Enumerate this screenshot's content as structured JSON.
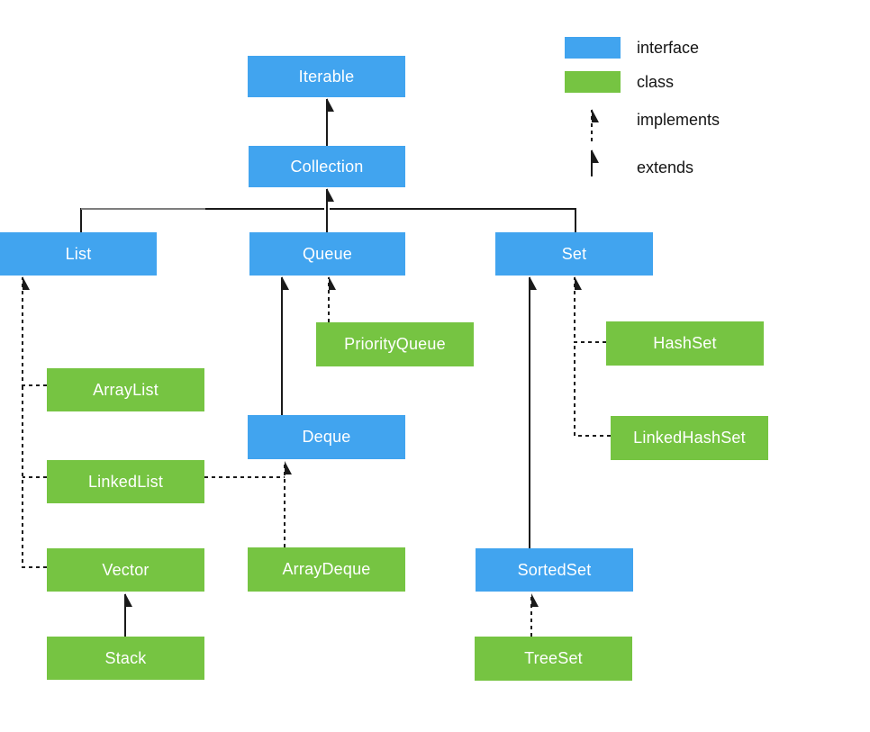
{
  "diagram": {
    "nodes": [
      {
        "id": "iterable",
        "label": "Iterable",
        "type": "interface"
      },
      {
        "id": "collection",
        "label": "Collection",
        "type": "interface"
      },
      {
        "id": "list",
        "label": "List",
        "type": "interface"
      },
      {
        "id": "queue",
        "label": "Queue",
        "type": "interface"
      },
      {
        "id": "set",
        "label": "Set",
        "type": "interface"
      },
      {
        "id": "arraylist",
        "label": "ArrayList",
        "type": "class"
      },
      {
        "id": "linkedlist",
        "label": "LinkedList",
        "type": "class"
      },
      {
        "id": "vector",
        "label": "Vector",
        "type": "class"
      },
      {
        "id": "stack",
        "label": "Stack",
        "type": "class"
      },
      {
        "id": "priorityqueue",
        "label": "PriorityQueue",
        "type": "class"
      },
      {
        "id": "deque",
        "label": "Deque",
        "type": "interface"
      },
      {
        "id": "arraydeque",
        "label": "ArrayDeque",
        "type": "class"
      },
      {
        "id": "hashset",
        "label": "HashSet",
        "type": "class"
      },
      {
        "id": "linkedhashset",
        "label": "LinkedHashSet",
        "type": "class"
      },
      {
        "id": "sortedset",
        "label": "SortedSet",
        "type": "interface"
      },
      {
        "id": "treeset",
        "label": "TreeSet",
        "type": "class"
      }
    ],
    "edges": [
      {
        "from": "collection",
        "to": "iterable",
        "relation": "extends"
      },
      {
        "from": "list",
        "to": "collection",
        "relation": "extends"
      },
      {
        "from": "queue",
        "to": "collection",
        "relation": "extends"
      },
      {
        "from": "set",
        "to": "collection",
        "relation": "extends"
      },
      {
        "from": "arraylist",
        "to": "list",
        "relation": "implements"
      },
      {
        "from": "linkedlist",
        "to": "list",
        "relation": "implements"
      },
      {
        "from": "vector",
        "to": "list",
        "relation": "implements"
      },
      {
        "from": "stack",
        "to": "vector",
        "relation": "extends"
      },
      {
        "from": "priorityqueue",
        "to": "queue",
        "relation": "implements"
      },
      {
        "from": "deque",
        "to": "queue",
        "relation": "extends"
      },
      {
        "from": "linkedlist",
        "to": "deque",
        "relation": "implements"
      },
      {
        "from": "arraydeque",
        "to": "deque",
        "relation": "implements"
      },
      {
        "from": "hashset",
        "to": "set",
        "relation": "implements"
      },
      {
        "from": "linkedhashset",
        "to": "set",
        "relation": "implements"
      },
      {
        "from": "sortedset",
        "to": "set",
        "relation": "extends"
      },
      {
        "from": "treeset",
        "to": "sortedset",
        "relation": "implements"
      }
    ],
    "colors": {
      "interface": "#41a4ef",
      "class": "#76c442",
      "line": "#1a1a1a",
      "connector_gray": "#7d7d7d",
      "node_text": "#ffffff",
      "legend_text": "#141414",
      "background": "#ffffff"
    }
  },
  "legend": {
    "items": [
      {
        "kind": "swatch-interface",
        "label": "interface"
      },
      {
        "kind": "swatch-class",
        "label": "class"
      },
      {
        "kind": "dashed-arrow",
        "label": "implements"
      },
      {
        "kind": "solid-arrow",
        "label": "extends"
      }
    ]
  }
}
